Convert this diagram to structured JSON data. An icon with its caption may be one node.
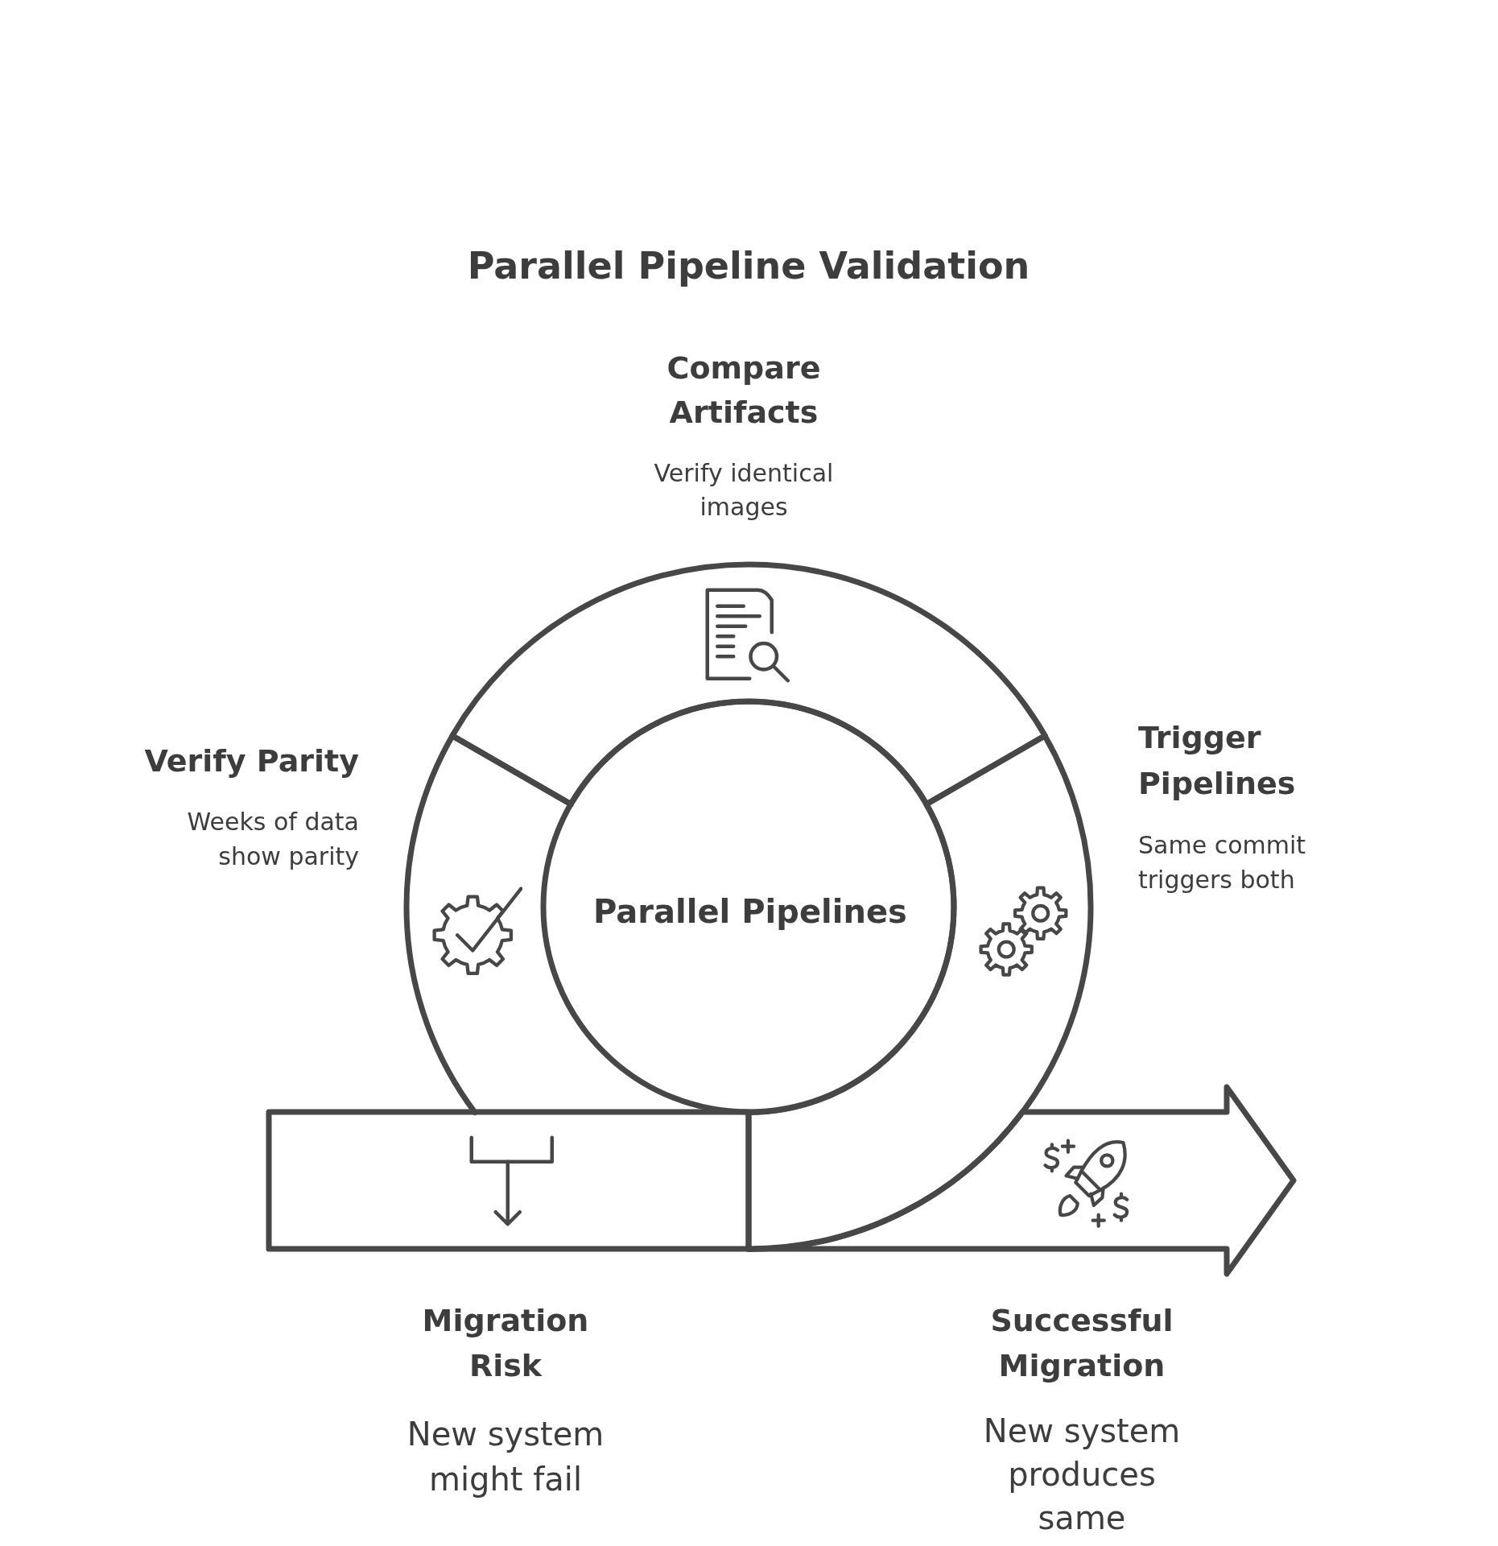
{
  "diagram": {
    "title": "Parallel Pipeline Validation",
    "nodes": [
      {
        "text": [
          "Compare Artifacts",
          "Verify identical images"
        ]
      },
      {
        "text": [
          "Verify Parity",
          "Weeks of data show parity"
        ]
      },
      {
        "text": [
          "Trigger Pipelines",
          "Same commit triggers both"
        ]
      },
      {
        "text": [
          "Parallel Pipelines"
        ]
      },
      {
        "text": [
          "Migration Risk",
          "New system might fail"
        ]
      },
      {
        "text": [
          "Successful Migration",
          "New system produces same"
        ]
      }
    ]
  }
}
